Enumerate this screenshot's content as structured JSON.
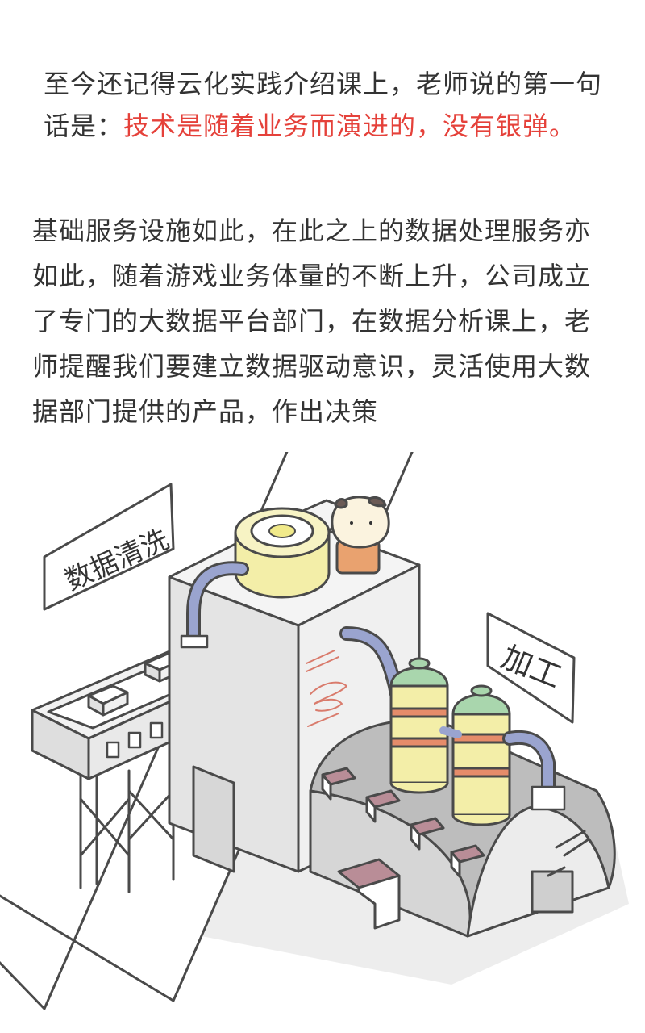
{
  "intro": {
    "lead": "至今还记得云化实践介绍课上，老师说的第一句话是：",
    "highlight": "技术是随着业务而演进的，没有银弹。"
  },
  "paragraph": "基础服务设施如此，在此之上的数据处理服务亦如此，随着游戏业务体量的不断上升，公司成立了专门的大数据平台部门，在数据分析课上，老师提醒我们要建立数据驱动意识，灵活使用大数据部门提供的产品，作出决策",
  "illustration": {
    "sign_left": "数据清洗",
    "sign_right": "加工"
  },
  "colors": {
    "highlight": "#e5413a",
    "machine_grey": "#e6e6e6",
    "tank_yellow": "#f3eea8",
    "tank_green": "#a9d6ad",
    "tank_band": "#e58c6a",
    "pipe_blue": "#9aa4cf",
    "vent_mauve": "#b98d97"
  }
}
